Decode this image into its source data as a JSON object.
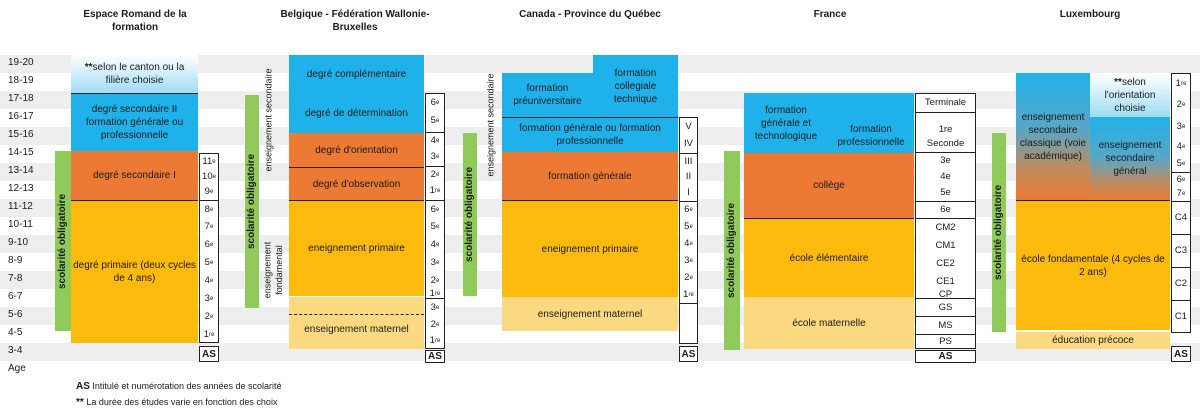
{
  "ages": [
    "19-20",
    "18-19",
    "17-18",
    "16-17",
    "15-16",
    "14-15",
    "13-14",
    "12-13",
    "11-12",
    "10-11",
    "9-10",
    "8-9",
    "7-8",
    "6-7",
    "5-6",
    "4-5",
    "3-4",
    "Age"
  ],
  "countries": {
    "swiss": "Espace Romand de la formation",
    "belgium": "Belgique - Fédération Wallonie-Bruxelles",
    "quebec": "Canada - Province du Québec",
    "france": "France",
    "luxembourg": "Luxembourg"
  },
  "swiss": {
    "note": "selon le canton ou la filière choisie",
    "secondary2": "degré secondaire II formation générale ou professionnelle",
    "secondary1": "degré secondaire I",
    "primary": "degré primaire (deux cycles de 4 ans)",
    "mandatory": "scolarité obligatoire",
    "mandatory2": "scolarité obligatoire",
    "years": [
      [
        "11",
        "e"
      ],
      [
        "10",
        "e"
      ],
      [
        "9",
        "e"
      ],
      [
        "8",
        "e"
      ],
      [
        "7",
        "e"
      ],
      [
        "6",
        "e"
      ],
      [
        "5",
        "e"
      ],
      [
        "4",
        "e"
      ],
      [
        "3",
        "e"
      ],
      [
        "2",
        "e"
      ],
      [
        "1",
        "re"
      ]
    ]
  },
  "belgium": {
    "complementary": "degré complémentaire",
    "determination": "degré de détermination",
    "orientation": "degré d'orientation",
    "observation": "degré d'observation",
    "primary": "eneignement primaire",
    "kindergarten": "enseignement maternel",
    "secondary_side": "enseignement secondaire",
    "fundamental_side1": "enseignement",
    "fundamental_side2": "fondamental",
    "mandatory": "scolarité obligatoire",
    "years_sec": [
      [
        "6",
        "e"
      ],
      [
        "5",
        "e"
      ],
      [
        "4",
        "e"
      ],
      [
        "3",
        "e"
      ],
      [
        "2",
        "e"
      ],
      [
        "1",
        "re"
      ]
    ],
    "years_prim": [
      [
        "6",
        "e"
      ],
      [
        "5",
        "e"
      ],
      [
        "4",
        "e"
      ],
      [
        "3",
        "e"
      ],
      [
        "2",
        "e"
      ],
      [
        "1",
        "re"
      ]
    ],
    "years_mat": [
      [
        "3",
        "e"
      ],
      [
        "2",
        "e"
      ],
      [
        "1",
        "re"
      ]
    ]
  },
  "quebec": {
    "preuniv": "formation préuniversitaire",
    "collegial": "formation collegiale technique",
    "general_prof": "formation générale ou formation professionnelle",
    "general": "formation générale",
    "primary": "eneignement primaire",
    "kindergarten": "enseignement maternel",
    "secondary_side": "enseignement secondaire",
    "years_sec": [
      "V",
      "IV",
      "III",
      "II",
      "I"
    ],
    "years_prim": [
      [
        "6",
        "e"
      ],
      [
        "5",
        "e"
      ],
      [
        "4",
        "e"
      ],
      [
        "3",
        "e"
      ],
      [
        "2",
        "e"
      ],
      [
        "1",
        "re"
      ]
    ]
  },
  "france": {
    "general_tech": "formation générale et technologique",
    "professional": "formation professionnelle",
    "college": "collège",
    "elementary": "école élémentaire",
    "kindergarten": "école maternelle",
    "mandatory": "scolarité obligatoire",
    "years": [
      "Terminale",
      "1re",
      "Seconde",
      "3e",
      "4e",
      "5e",
      "6e",
      "CM2",
      "CM1",
      "CE2",
      "CE1",
      "CP",
      "GS",
      "MS",
      "PS"
    ]
  },
  "luxembourg": {
    "note": "selon l'orientation choisie",
    "classic": "enseignement secondaire classique (voie académique)",
    "general": "enseignement secondaire général",
    "fundamental": "école fondamentale (4 cycles de 2 ans)",
    "early": "éducation précoce",
    "mandatory": "scolarité obligatoire",
    "years_sec": [
      [
        "1",
        "re"
      ],
      [
        "2",
        "e"
      ],
      [
        "3",
        "e"
      ],
      [
        "4",
        "e"
      ],
      [
        "5",
        "e"
      ],
      [
        "6",
        "e"
      ],
      [
        "7",
        "e"
      ]
    ],
    "years_fund": [
      "C4",
      "C3",
      "C2",
      "C1"
    ]
  },
  "as_label": "AS",
  "legend": {
    "as_key": "AS",
    "as_text": "Intitulé et numérotation des années de scolarité",
    "stars_key": "**",
    "stars_text": "La durée des études varie en fonction des choix"
  },
  "colors": {
    "blue": "#1fb2ea",
    "orange": "#ec7a35",
    "yellow": "#fcba0c",
    "light_yellow": "#fbd981",
    "green": "#8fca5a"
  }
}
